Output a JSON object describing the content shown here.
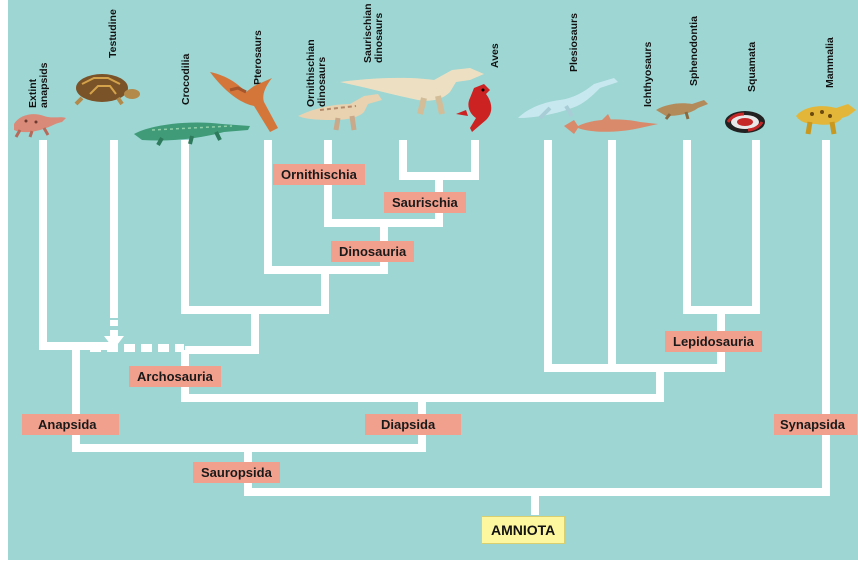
{
  "taxa": [
    {
      "line1": "Extint",
      "line2": "anapsids",
      "icon": "lizard-icon"
    },
    {
      "line1": "Testudine",
      "line2": "",
      "icon": "turtle-icon"
    },
    {
      "line1": "Crocodilia",
      "line2": "",
      "icon": "crocodile-icon"
    },
    {
      "line1": "Pterosaurs",
      "line2": "",
      "icon": "pterosaur-icon"
    },
    {
      "line1": "Ornithischian",
      "line2": "dinosaurs",
      "icon": "ornithischian-dinosaur-icon"
    },
    {
      "line1": "Saurischian",
      "line2": "dinosaurs",
      "icon": "saurischian-dinosaur-icon"
    },
    {
      "line1": "Aves",
      "line2": "",
      "icon": "bird-icon"
    },
    {
      "line1": "Plesiosaurs",
      "line2": "",
      "icon": "plesiosaur-icon"
    },
    {
      "line1": "Ichthyosaurs",
      "line2": "",
      "icon": "ichthyosaur-icon"
    },
    {
      "line1": "Sphenodontia",
      "line2": "",
      "icon": "tuatara-icon"
    },
    {
      "line1": "Squamata",
      "line2": "",
      "icon": "snake-icon"
    },
    {
      "line1": "Mammalia",
      "line2": "",
      "icon": "mammal-icon"
    }
  ],
  "clades": {
    "ornithischia": "Ornithischia",
    "saurischia": "Saurischia",
    "dinosauria": "Dinosauria",
    "archosauria": "Archosauria",
    "lepidosauria": "Lepidosauria",
    "anapsida": "Anapsida",
    "diapsida": "Diapsida",
    "sauropsida": "Sauropsida",
    "synapsida": "Synapsida",
    "root": "AMNIOTA"
  },
  "colors": {
    "background": "#9dd6d3",
    "branch": "#ffffff",
    "clade_label": "#f2a08e",
    "root_label": "#fdf7a0"
  }
}
